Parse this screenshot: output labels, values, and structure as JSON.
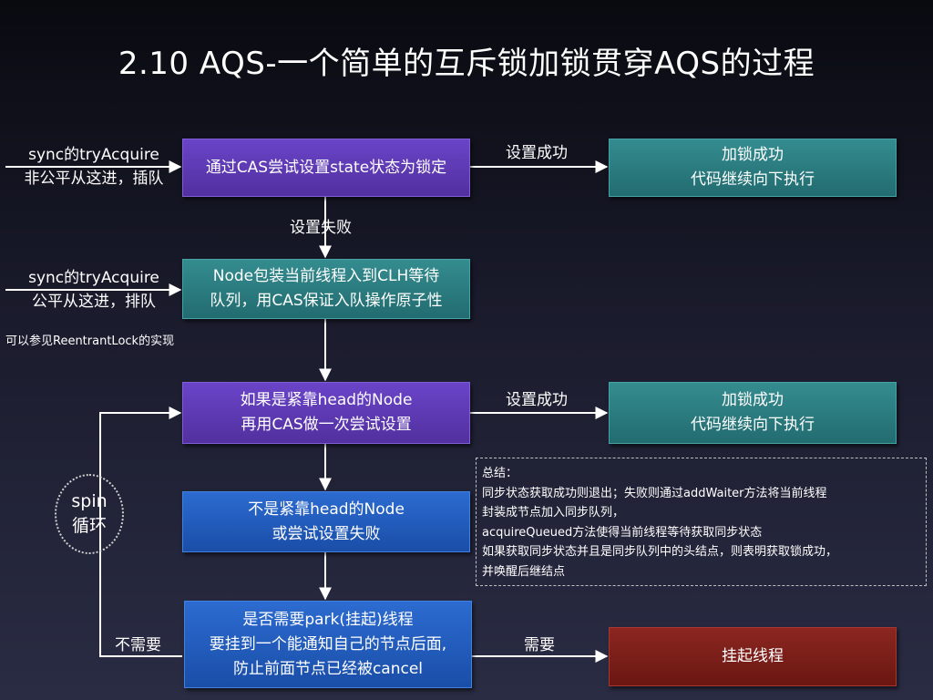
{
  "title": "2.10 AQS-一个简单的互斥锁加锁贯穿AQS的过程",
  "boxes": {
    "cas_set": "通过CAS尝试设置state状态为锁定",
    "success1": [
      "加锁成功",
      "代码继续向下执行"
    ],
    "node_enqueue": [
      "Node包装当前线程入到CLH等待",
      "队列，用CAS保证入队操作原子性"
    ],
    "head_try": [
      "如果是紧靠head的Node",
      "再用CAS做一次尝试设置"
    ],
    "success2": [
      "加锁成功",
      "代码继续向下执行"
    ],
    "not_head": [
      "不是紧靠head的Node",
      "或尝试设置失败"
    ],
    "need_park": [
      "是否需要park(挂起)线程",
      "要挂到一个能通知自己的节点后面,",
      "防止前面节点已经被cancel"
    ],
    "park": "挂起线程"
  },
  "labels": {
    "set_success_1": "设置成功",
    "set_fail": "设置失败",
    "set_success_2": "设置成功",
    "need": "需要",
    "no_need": "不需要"
  },
  "side": {
    "unfair": [
      "sync的tryAcquire",
      "非公平从这进，插队"
    ],
    "fair": [
      "sync的tryAcquire",
      "公平从这进，排队"
    ],
    "reference": "可以参见ReentrantLock的实现"
  },
  "spin": [
    "spin",
    "循环"
  ],
  "summary": [
    "总结：",
    "同步状态获取成功则退出；失败则通过addWaiter方法将当前线程",
    "封装成节点加入同步队列，",
    "acquireQueued方法使得当前线程等待获取同步状态",
    "如果获取同步状态并且是同步队列中的头结点，则表明获取锁成功，",
    "并唤醒后继结点"
  ]
}
